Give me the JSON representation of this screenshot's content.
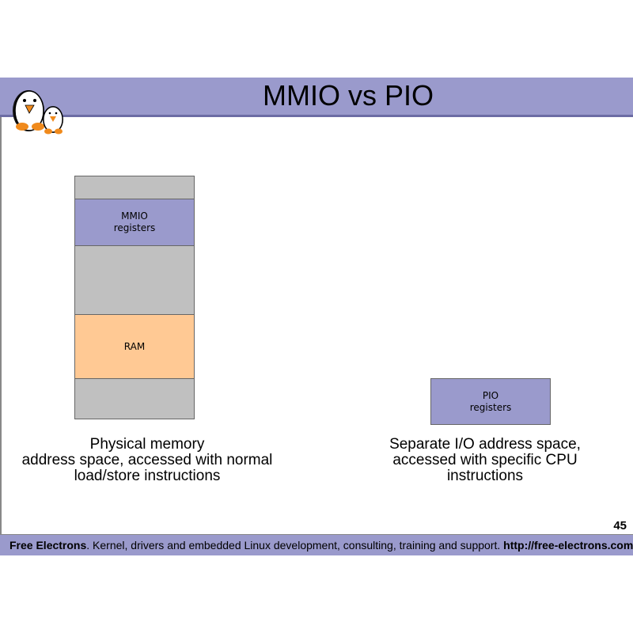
{
  "title": "MMIO vs PIO",
  "memory_map": {
    "mmio_line1": "MMIO",
    "mmio_line2": "registers",
    "ram": "RAM"
  },
  "pio": {
    "line1": "PIO",
    "line2": "registers"
  },
  "left_caption": [
    "Physical memory",
    "address space, accessed with normal",
    "load/store instructions"
  ],
  "right_caption": [
    "Separate I/O address space,",
    "accessed with specific CPU",
    "instructions"
  ],
  "page_number": "45",
  "footer": {
    "brand": "Free Electrons",
    "text": ". Kernel, drivers and embedded Linux development, consulting, training and support. ",
    "url": "http://free-electrons.com"
  }
}
